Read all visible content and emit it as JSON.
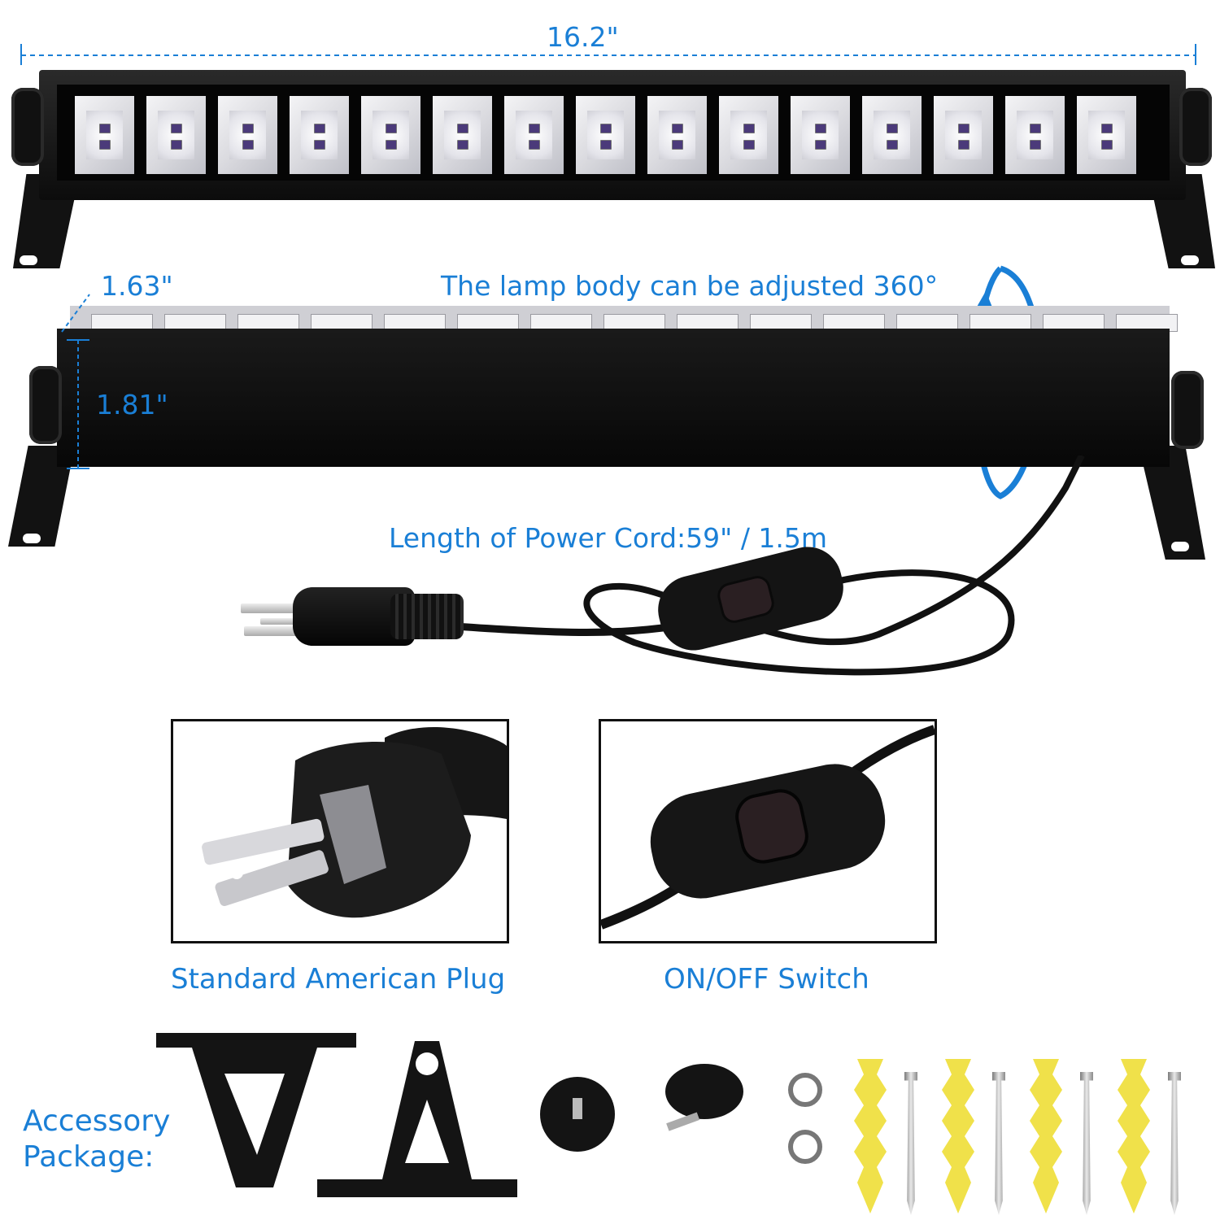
{
  "dimensions": {
    "length": "16.2\"",
    "depth": "1.63\"",
    "height": "1.81\""
  },
  "captions": {
    "rotation": "The lamp body can be adjusted 360°",
    "cord_length": "Length of Power Cord:59\" / 1.5m",
    "plug": "Standard American Plug",
    "switch": "ON/OFF Switch",
    "accessory_line1": "Accessory",
    "accessory_line2": "Package:"
  },
  "led_count": 15,
  "colors": {
    "accent": "#1a7fd6",
    "body": "#0c0c0c",
    "led": "#e8e8ec",
    "anchor": "#f0e14a"
  }
}
